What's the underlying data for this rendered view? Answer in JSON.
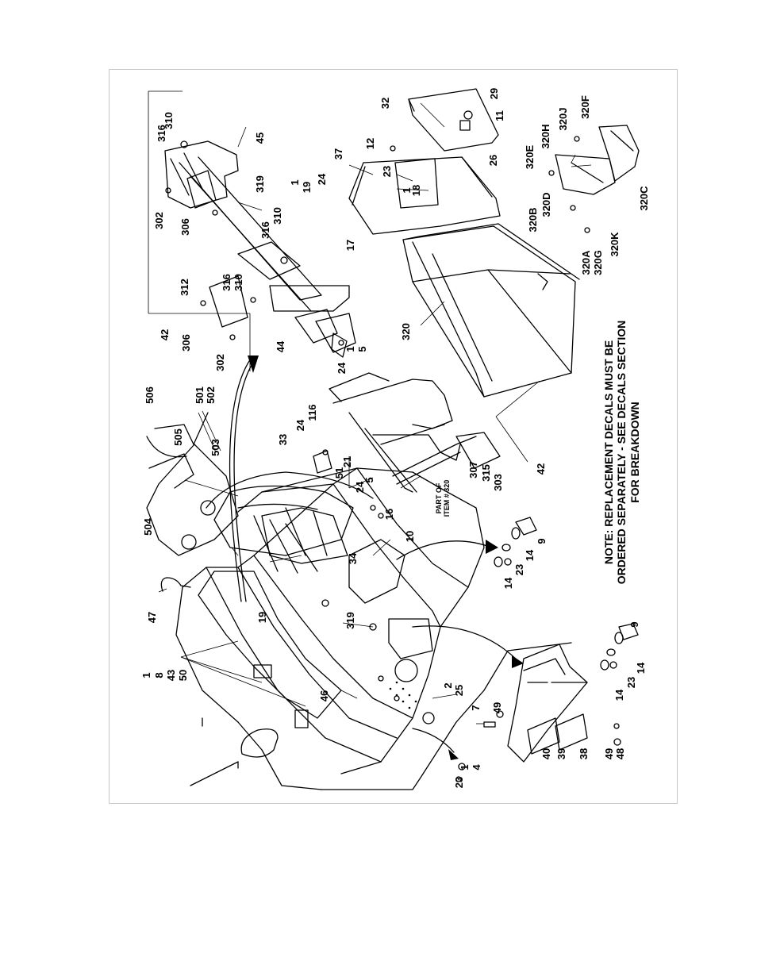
{
  "callouts": {
    "c310a": "310",
    "c316a": "316",
    "c45": "45",
    "c302a": "302",
    "c306a": "306",
    "c319a": "319",
    "c316b": "316",
    "c310b": "310",
    "c42a": "42",
    "c312": "312",
    "c306b": "306",
    "c316c": "316",
    "c310c": "310",
    "c302b": "302",
    "c44": "44",
    "c24a": "24",
    "c1a": "1",
    "c5a": "5",
    "c32": "32",
    "c29": "29",
    "c11": "11",
    "c12": "12",
    "c37": "37",
    "c23a": "23",
    "c1b": "1",
    "c18": "18",
    "c26": "26",
    "c1c": "1",
    "c19a": "19",
    "c24b": "24",
    "c17": "17",
    "c320": "320",
    "c320f": "320F",
    "c320j": "320J",
    "c320h": "320H",
    "c320e": "320E",
    "c320d": "320D",
    "c320b": "320B",
    "c320c": "320C",
    "c320a": "320A",
    "c320g": "320G",
    "c320k": "320K",
    "c506": "506",
    "c501": "501",
    "c502": "502",
    "c505": "505",
    "c503": "503",
    "c504": "504",
    "c24c": "24",
    "c116": "116",
    "c33": "33",
    "c51": "51",
    "c21": "21",
    "c307": "307",
    "c315": "315",
    "c303": "303",
    "c42b": "42",
    "c24d": "24",
    "c5b": "5",
    "c16": "16",
    "c10": "10",
    "c34": "34",
    "c47": "47",
    "c19b": "19",
    "c319b": "319",
    "c1d": "1",
    "c8": "8",
    "c43": "43",
    "c50": "50",
    "c46": "46",
    "c2": "2",
    "c25": "25",
    "c7": "7",
    "c49a": "49",
    "c1e": "1",
    "c4": "4",
    "c23b": "23",
    "c40": "40",
    "c39": "39",
    "c38": "38",
    "c49b": "49",
    "c48": "48",
    "c9a": "9",
    "c14a": "14",
    "c23c": "23",
    "c14b": "14",
    "c9b": "9",
    "c14c": "14",
    "c23d": "23",
    "c14d": "14"
  },
  "part_of": {
    "line1": "PART OF",
    "line2": "ITEM # 320"
  },
  "note": {
    "line1": "NOTE: REPLACEMENT DECALS MUST BE",
    "line2": "ORDERED SEPARATELY - SEE DECALS SECTION",
    "line3": "FOR BREAKDOWN"
  }
}
